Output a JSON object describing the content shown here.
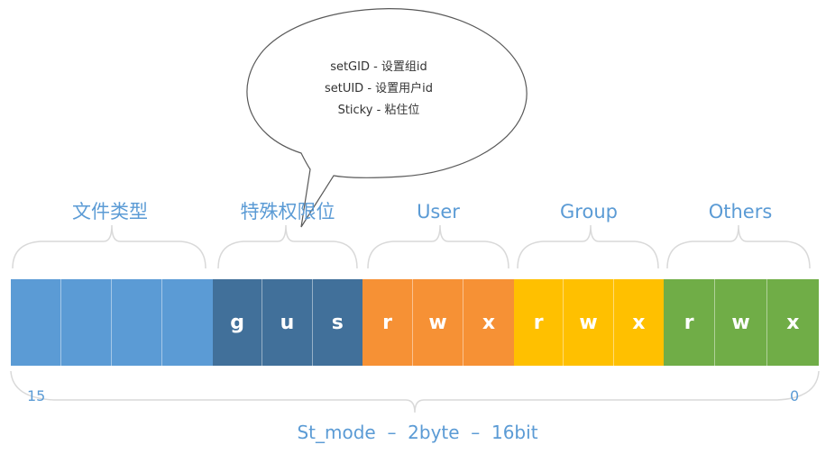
{
  "groups": [
    {
      "label": "文件类型",
      "color": "#5b9bd5",
      "bits": [
        "",
        "",
        "",
        ""
      ]
    },
    {
      "label": "特殊权限位",
      "color": "#41709a",
      "bits": [
        "g",
        "u",
        "s"
      ]
    },
    {
      "label": "User",
      "color": "#f69135",
      "bits": [
        "r",
        "w",
        "x"
      ]
    },
    {
      "label": "Group",
      "color": "#ffc000",
      "bits": [
        "r",
        "w",
        "x"
      ]
    },
    {
      "label": "Others",
      "color": "#70ad47",
      "bits": [
        "r",
        "w",
        "x"
      ]
    }
  ],
  "bubble": {
    "lines": [
      "setGID - 设置组id",
      "setUID - 设置用户id",
      "Sticky - 粘住位"
    ]
  },
  "bit_high": "15",
  "bit_low": "0",
  "caption": "St_mode  –  2byte  –  16bit",
  "colors": {
    "label_text": "#5b9bd5",
    "brace": "#d9d9d9",
    "bubble_stroke": "#595959"
  }
}
